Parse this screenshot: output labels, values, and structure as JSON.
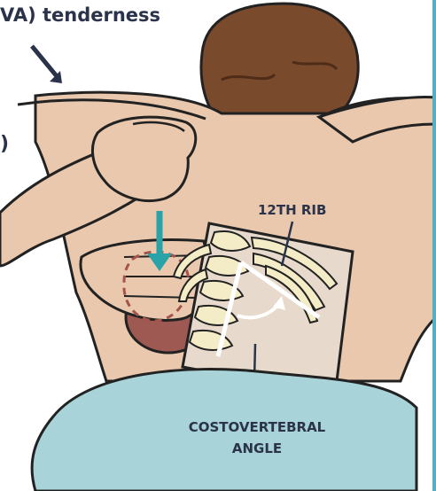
{
  "heading": "VA) tenderness",
  "left_fragment": ")",
  "labels": {
    "rib": "12TH RIB",
    "angle_line1": "COSTOVERTEBRAL",
    "angle_line2": "ANGLE"
  },
  "colors": {
    "skin": "#e9c8ad",
    "skin_shade": "#d9ae8f",
    "hair": "#7a4a2c",
    "sheet": "#a8d3d8",
    "kidney": "#9e5a52",
    "bone": "#f3ecc6",
    "arrow": "#2aa3a8",
    "text": "#2a3349",
    "accent_border": "#4fb0c6"
  },
  "icons": [
    "down-arrow-icon",
    "diagonal-arrow-icon",
    "rotation-arrow-icon"
  ]
}
